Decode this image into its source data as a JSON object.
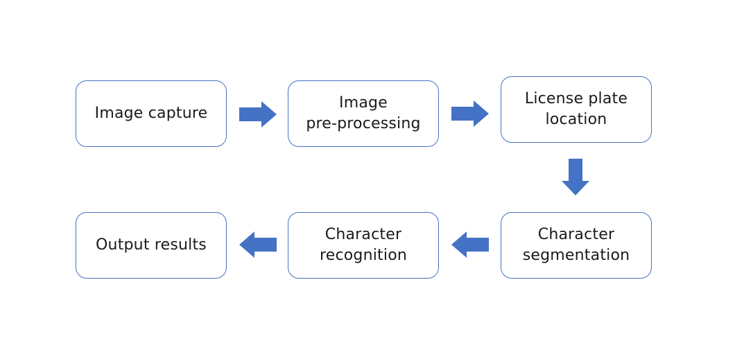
{
  "colors": {
    "arrow_fill": "#4472c4",
    "box_border": "#4472c4",
    "text": "#1a1a1a"
  },
  "steps": [
    {
      "id": "image-capture",
      "label": "Image capture"
    },
    {
      "id": "image-pre-processing",
      "label": "Image\npre-processing"
    },
    {
      "id": "license-plate-location",
      "label": "License plate\nlocation"
    },
    {
      "id": "character-segmentation",
      "label": "Character\nsegmentation"
    },
    {
      "id": "character-recognition",
      "label": "Character\nrecognition"
    },
    {
      "id": "output-results",
      "label": "Output results"
    }
  ],
  "flow": [
    {
      "from": "image-capture",
      "to": "image-pre-processing",
      "direction": "right"
    },
    {
      "from": "image-pre-processing",
      "to": "license-plate-location",
      "direction": "right"
    },
    {
      "from": "license-plate-location",
      "to": "character-segmentation",
      "direction": "down"
    },
    {
      "from": "character-segmentation",
      "to": "character-recognition",
      "direction": "left"
    },
    {
      "from": "character-recognition",
      "to": "output-results",
      "direction": "left"
    }
  ]
}
